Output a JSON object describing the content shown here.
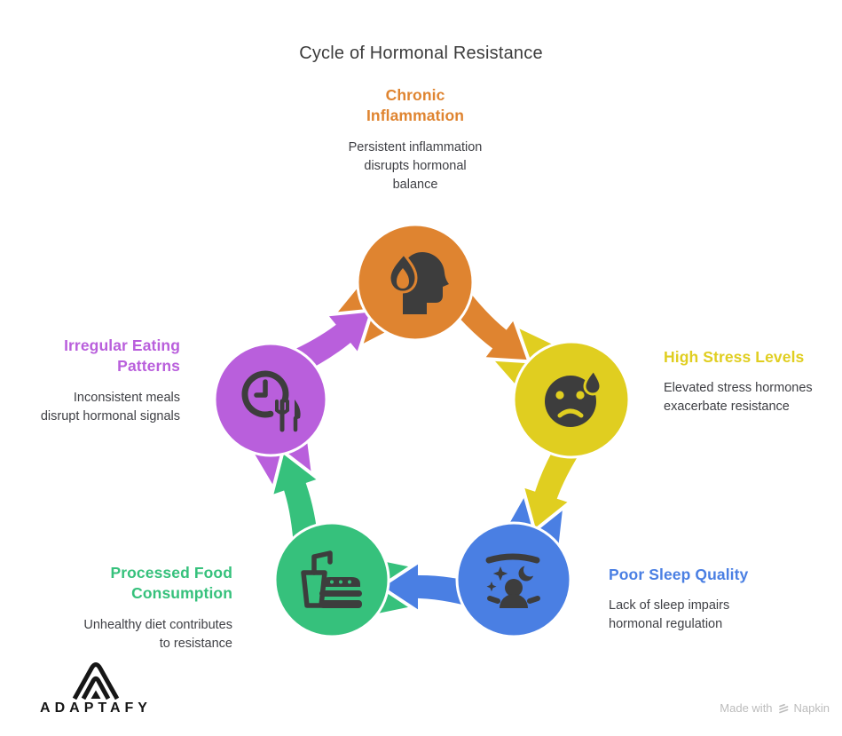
{
  "title": "Cycle of Hormonal Resistance",
  "palette": {
    "background": "#FFFFFF",
    "ink": "#3D3D3D",
    "title_text": "#3C3C3C",
    "body_text": "#3F4045",
    "logo_text_color": "#161616",
    "credit_text": "#BCBCBC"
  },
  "nodes": [
    {
      "label": "Chronic\nInflammation",
      "description": "Persistent inflammation\ndisrupts hormonal\nbalance",
      "color": "#DF8430",
      "icon": "head-flame-icon"
    },
    {
      "label": "High Stress Levels",
      "description": "Elevated stress hormones\nexacerbate resistance",
      "color": "#E0CE20",
      "icon": "stressed-face-icon"
    },
    {
      "label": "Poor Sleep Quality",
      "description": "Lack of sleep impairs\nhormonal regulation",
      "color": "#4A7FE3",
      "icon": "restless-sleep-icon"
    },
    {
      "label": "Processed Food\nConsumption",
      "description": "Unhealthy diet contributes\nto resistance",
      "color": "#36C17C",
      "icon": "fast-food-icon"
    },
    {
      "label": "Irregular Eating\nPatterns",
      "description": "Inconsistent meals\ndisrupt hormonal signals",
      "color": "#B95FDC",
      "icon": "clock-meal-icon"
    }
  ],
  "branding": {
    "logo_text": "ADAPTAFY",
    "credit_prefix": "Made with",
    "credit_brand": "Napkin"
  }
}
